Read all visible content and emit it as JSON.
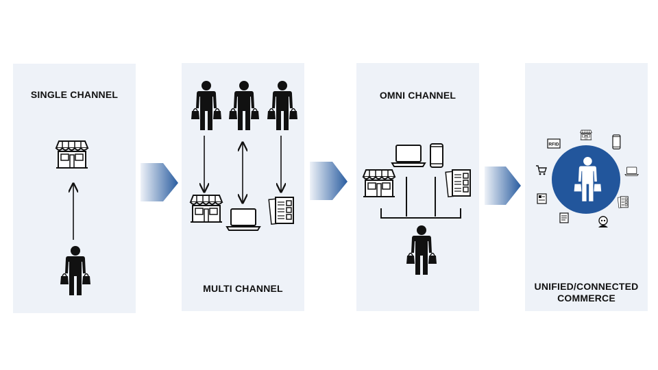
{
  "stages": [
    {
      "id": "single",
      "label": "SINGLE CHANNEL"
    },
    {
      "id": "multi",
      "label": "MULTI CHANNEL"
    },
    {
      "id": "omni",
      "label": "OMNI CHANNEL"
    },
    {
      "id": "unified",
      "label_line1": "UNIFIED/CONNECTED",
      "label_line2": "COMMERCE"
    }
  ],
  "colors": {
    "panel_bg": "#eef2f8",
    "accent_blue": "#22569c",
    "icon": "#111111",
    "arrow_gradient_start": "#eef2f8",
    "arrow_gradient_end": "#2a5da0"
  },
  "unified_badge_text": "RFID",
  "icons": [
    "store-icon",
    "shopper-icon",
    "laptop-icon",
    "smartphone-icon",
    "catalog-icon",
    "cart-icon",
    "coupon-icon",
    "chatbot-icon",
    "rfid-icon"
  ]
}
